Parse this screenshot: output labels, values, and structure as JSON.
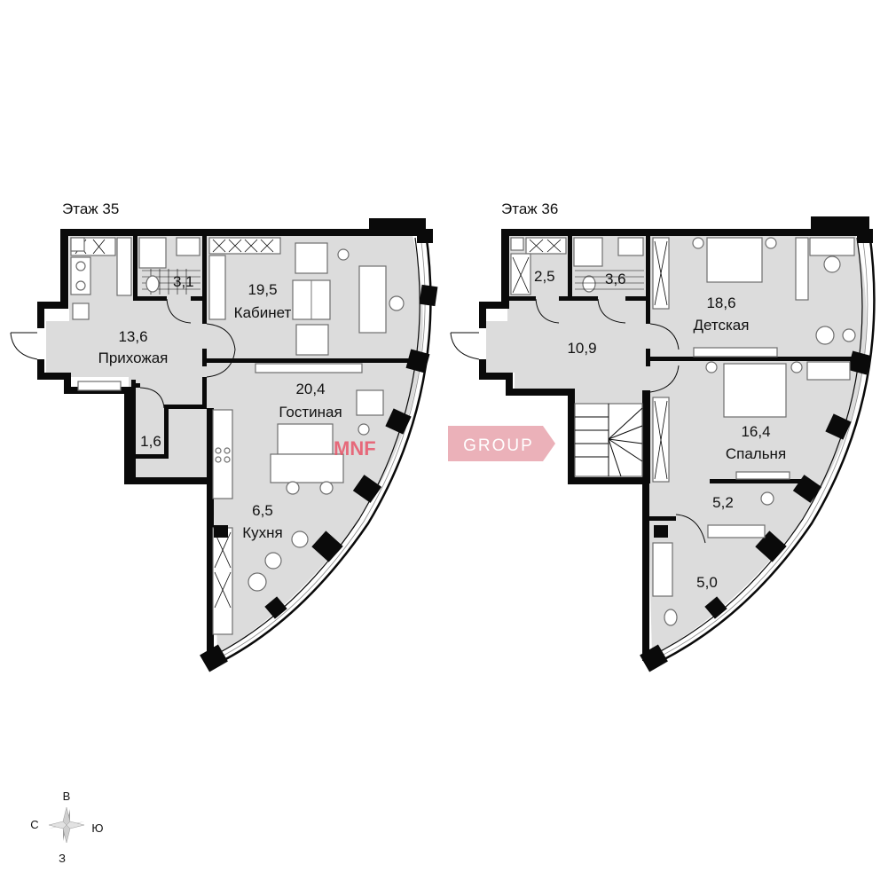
{
  "floors": [
    {
      "title": "Этаж 35",
      "rooms": [
        {
          "area": "3,1",
          "name": ""
        },
        {
          "area": "19,5",
          "name": "Кабинет"
        },
        {
          "area": "13,6",
          "name": "Прихожая"
        },
        {
          "area": "20,4",
          "name": "Гостиная"
        },
        {
          "area": "1,6",
          "name": ""
        },
        {
          "area": "6,5",
          "name": "Кухня"
        }
      ]
    },
    {
      "title": "Этаж 36",
      "rooms": [
        {
          "area": "2,5",
          "name": ""
        },
        {
          "area": "3,6",
          "name": ""
        },
        {
          "area": "18,6",
          "name": "Детская"
        },
        {
          "area": "10,9",
          "name": ""
        },
        {
          "area": "16,4",
          "name": "Спальня"
        },
        {
          "area": "5,2",
          "name": ""
        },
        {
          "area": "5,0",
          "name": ""
        }
      ]
    }
  ],
  "watermark": {
    "brand": "MNF",
    "group": "GROUP",
    "brand_color": "#e8566a",
    "group_bg": "#e8a4ad"
  },
  "compass": {
    "north": "В",
    "west": "С",
    "east": "Ю",
    "south": "З"
  },
  "colors": {
    "wall": "#0a0a0a",
    "room": "#dcdcdc",
    "furniture": "#ffffff"
  }
}
